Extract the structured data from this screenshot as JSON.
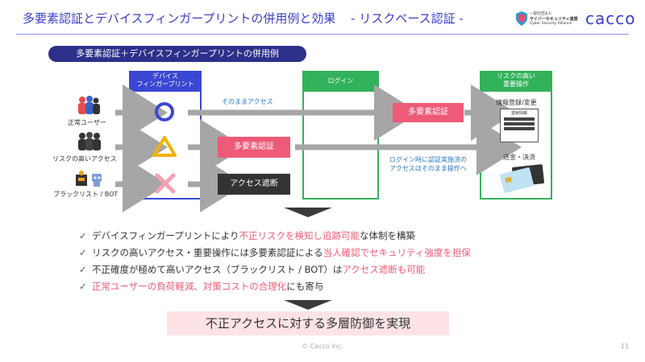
{
  "header": {
    "title": "多要素認証とデバイスフィンガープリントの併用例と効果",
    "subtitle": "- リスクベース認証 -",
    "csa_logo_lines": [
      "一般社団法人",
      "サイバーセキュリティ連盟",
      "Cyber Security Alliance"
    ],
    "brand_logo": "cacco"
  },
  "section_title": "多要素認証＋デバイスフィンガープリントの併用例",
  "rows": [
    {
      "label": "正常ユーザー"
    },
    {
      "label": "リスクの高いアクセス"
    },
    {
      "label": "ブラックリスト / BOT"
    }
  ],
  "columns": {
    "device_fp": "デバイス\nフィンガープリント",
    "login": "ログイン",
    "high_risk_ops": "リスクの高い\n重要操作"
  },
  "flow": {
    "pass_through_label": "そのままアクセス",
    "mfa_label_1": "多要素認証",
    "mfa_label_2": "多要素認証",
    "block_label": "アクセス遮断",
    "note_after_login": [
      "ログイン時に認証実施済の",
      "アクセスはそのまま操作へ"
    ],
    "op_info": "情報登録/変更",
    "op_payment": "送金・決済",
    "form_caption": "登録情報"
  },
  "bullets": [
    {
      "pre": "デバイスフィンガープリントにより",
      "hl": "不正リスクを検知し追跡可能",
      "post": "な体制を構築"
    },
    {
      "pre": "リスクの高いアクセス・重要操作には多要素認証による",
      "hl": "当人確認でセキュリティ強度を担保",
      "post": ""
    },
    {
      "pre": "不正確度が極めて高いアクセス（ブラックリスト / BOT）は",
      "hl": "アクセス遮断も可能",
      "post": ""
    },
    {
      "pre": "",
      "hl": "正常ユーザーの負荷軽減、対策コストの合理化",
      "post": "にも寄与"
    }
  ],
  "result": "不正アクセスに対する多層防御を実現",
  "footer": "© Cacco Inc.",
  "page_number": "11",
  "colors": {
    "brand_blue": "#3a3ec4",
    "fp_blue": "#3b47d3",
    "login_green": "#32b25a",
    "alert_pink": "#ee5a78",
    "dark": "#333333",
    "arrow_gray": "#a6a6a6"
  }
}
